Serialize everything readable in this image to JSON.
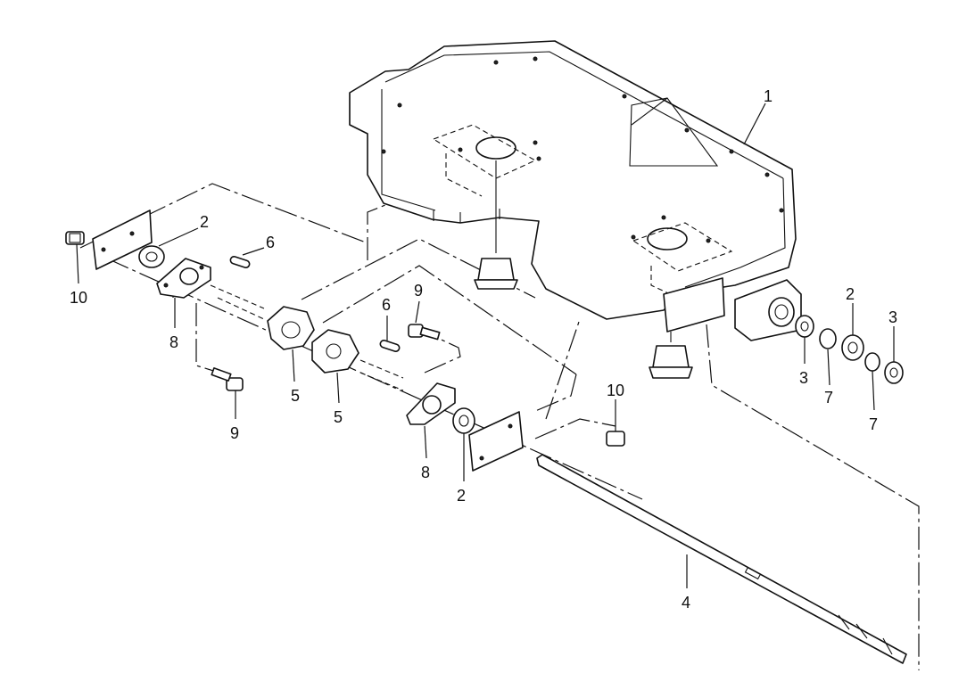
{
  "callouts": [
    {
      "name": "callout-1",
      "text": "1"
    },
    {
      "name": "callout-2-upper-left",
      "text": "2"
    },
    {
      "name": "callout-10-left",
      "text": "10"
    },
    {
      "name": "callout-6-left",
      "text": "6"
    },
    {
      "name": "callout-8-left",
      "text": "8"
    },
    {
      "name": "callout-9-left",
      "text": "9"
    },
    {
      "name": "callout-5-left",
      "text": "5"
    },
    {
      "name": "callout-5-center",
      "text": "5"
    },
    {
      "name": "callout-9-center",
      "text": "9"
    },
    {
      "name": "callout-6-center",
      "text": "6"
    },
    {
      "name": "callout-10-center",
      "text": "10"
    },
    {
      "name": "callout-8-center",
      "text": "8"
    },
    {
      "name": "callout-2-center",
      "text": "2"
    },
    {
      "name": "callout-4",
      "text": "4"
    },
    {
      "name": "callout-2-right",
      "text": "2"
    },
    {
      "name": "callout-3-right-top",
      "text": "3"
    },
    {
      "name": "callout-3-right-low",
      "text": "3"
    },
    {
      "name": "callout-7-right-a",
      "text": "7"
    },
    {
      "name": "callout-7-right-b",
      "text": "7"
    }
  ]
}
